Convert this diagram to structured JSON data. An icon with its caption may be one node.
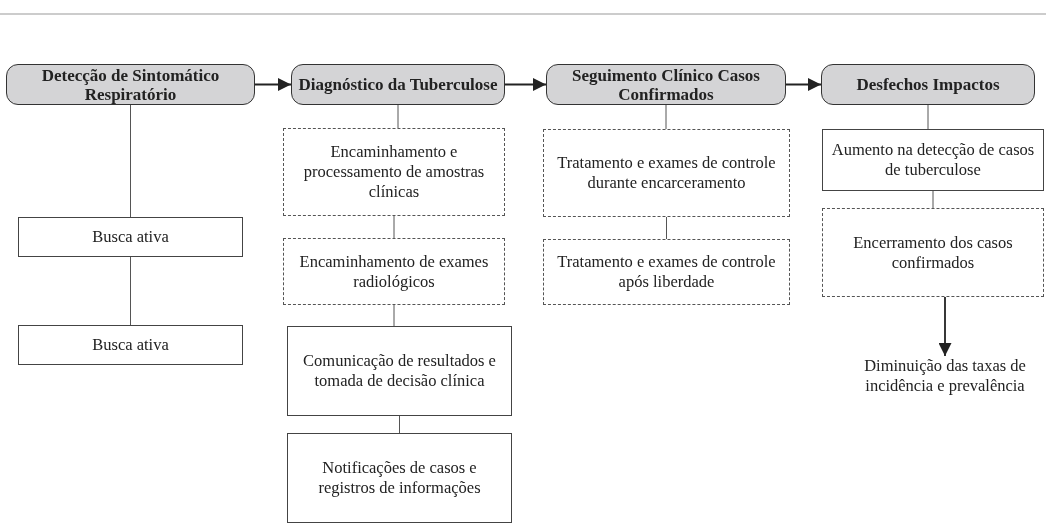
{
  "diagram": {
    "nodes": [
      {
        "text": [
          "Detecção de Sintomático Respiratório"
        ]
      },
      {
        "text": [
          "Diagnóstico da Tuberculose"
        ]
      },
      {
        "text": [
          "Seguimento Clínico Casos Confirmados"
        ]
      },
      {
        "text": [
          "Desfechos Impactos"
        ]
      },
      {
        "text": [
          "Busca ativa"
        ]
      },
      {
        "text": [
          "Busca ativa"
        ]
      },
      {
        "text": [
          "Encaminhamento e processamento de amostras clínicas"
        ]
      },
      {
        "text": [
          "Encaminhamento de exames radiológicos"
        ]
      },
      {
        "text": [
          "Comunicação de resultados e tomada de decisão clínica"
        ]
      },
      {
        "text": [
          "Notificações de casos e registros de informações"
        ]
      },
      {
        "text": [
          "Tratamento e exames de controle durante encarceramento"
        ]
      },
      {
        "text": [
          "Tratamento e exames de controle após liberdade"
        ]
      },
      {
        "text": [
          "Aumento na detecção de casos de tuberculose"
        ]
      },
      {
        "text": [
          "Encerramento dos casos confirmados"
        ]
      },
      {
        "text": [
          "Diminuição das taxas de incidência e prevalência"
        ]
      }
    ],
    "edges": [
      {
        "from": 0,
        "to": 1,
        "arrow": "to"
      },
      {
        "from": 1,
        "to": 2,
        "arrow": "to"
      },
      {
        "from": 2,
        "to": 3,
        "arrow": "to"
      },
      {
        "from": 0,
        "to": 4,
        "arrow": "none"
      },
      {
        "from": 4,
        "to": 5,
        "arrow": "none"
      },
      {
        "from": 1,
        "to": 6,
        "arrow": "none"
      },
      {
        "from": 6,
        "to": 7,
        "arrow": "none"
      },
      {
        "from": 7,
        "to": 8,
        "arrow": "none"
      },
      {
        "from": 8,
        "to": 9,
        "arrow": "none"
      },
      {
        "from": 2,
        "to": 10,
        "arrow": "none"
      },
      {
        "from": 10,
        "to": 11,
        "arrow": "none"
      },
      {
        "from": 3,
        "to": 12,
        "arrow": "none"
      },
      {
        "from": 12,
        "to": 13,
        "arrow": "none"
      },
      {
        "from": 13,
        "to": 14,
        "arrow": "to"
      }
    ]
  }
}
